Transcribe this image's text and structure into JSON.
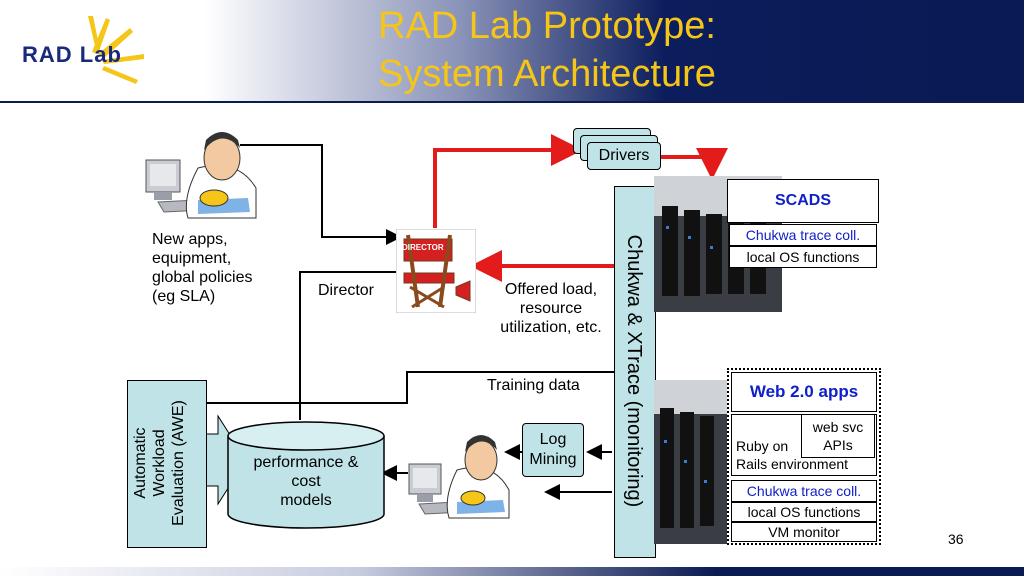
{
  "header": {
    "logo_text": "RAD Lab",
    "title_line1": "RAD Lab Prototype:",
    "title_line2": "System Architecture"
  },
  "diagram": {
    "left_caption": [
      "New apps,",
      "equipment,",
      "global policies",
      "(eg SLA)"
    ],
    "director_label": "Director",
    "director_chair_text": "DIRECTOR",
    "offered_load": [
      "Offered load,",
      "resource",
      "utilization, etc."
    ],
    "drivers": "Drivers",
    "monitoring_bar": "Chukwa & XTrace (monitoring)",
    "training_data": "Training data",
    "log_mining": [
      "Log",
      "Mining"
    ],
    "awe": [
      "Automatic",
      "Workload",
      "Evaluation (AWE)"
    ],
    "models": [
      "performance &",
      "cost",
      "models"
    ],
    "scads": {
      "title": "SCADS",
      "trace": "Chukwa trace coll.",
      "os": "local OS functions"
    },
    "web20": {
      "title": "Web 2.0 apps",
      "ruby_on": "Ruby on",
      "web_svc": [
        "web svc",
        "APIs"
      ],
      "rails_env": "Rails environment",
      "trace": "Chukwa trace coll.",
      "os": "local OS functions",
      "vm": "VM monitor"
    }
  },
  "slide_number": "36",
  "colors": {
    "title": "#f5c518",
    "header_dark": "#0a1a52",
    "red_arrow": "#e31b1b",
    "box_fill": "#bfe3e6",
    "blue_text": "#1020c8"
  }
}
